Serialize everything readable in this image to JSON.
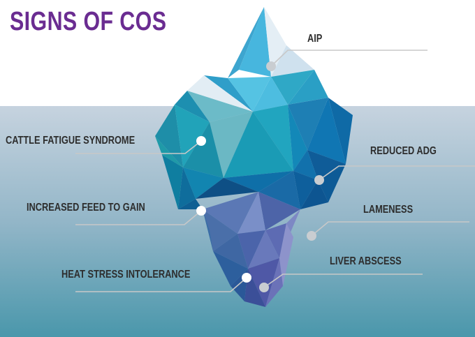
{
  "title": "SIGNS OF COS",
  "labels": {
    "aip": "AIP",
    "cattle_fatigue": "CATTLE FATIGUE SYNDROME",
    "reduced_adg": "REDUCED ADG",
    "increased_feed": "INCREASED FEED TO GAIN",
    "lameness": "LAMENESS",
    "liver_abscess": "LIVER ABSCESS",
    "heat_stress": "HEAT STRESS INTOLERANCE"
  },
  "colors": {
    "title": "#6a2c91",
    "label_text": "#2d2d2d",
    "leader_line": "#c8c8c8",
    "water_top": "#c2d0dd",
    "water_bottom": "#4d9aad"
  }
}
